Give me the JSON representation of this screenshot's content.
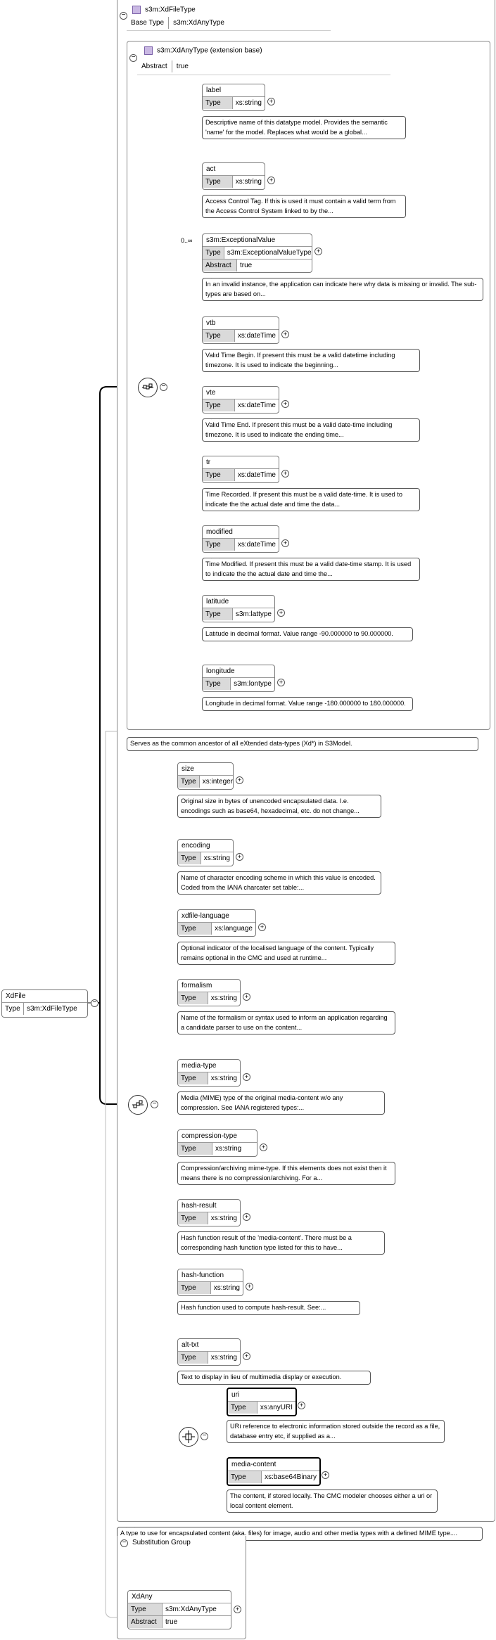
{
  "root_element": {
    "name": "XdFile",
    "type_key": "Type",
    "type_value": "s3m:XdFileType"
  },
  "complex_type": {
    "name": "s3m:XdFileType",
    "base_type_key": "Base Type",
    "base_type_value": "s3m:XdAnyType",
    "annotation": "A type to use for encapsulated content (aka. files) for image, audio and other media types with a defined MIME type...."
  },
  "extension": {
    "title": "s3m:XdAnyType (extension base)",
    "abstract_key": "Abstract",
    "abstract_value": "true",
    "annotation": "Serves as the common ancestor of all eXtended data-types (Xd*) in S3Model."
  },
  "base_elements": [
    {
      "name": "label",
      "type": "xs:string",
      "doc": "Descriptive name of this datatype model. Provides the semantic 'name' for the model. Replaces what would be a global..."
    },
    {
      "name": "act",
      "type": "xs:string",
      "doc": "Access Control Tag. If this is used it must contain a valid term from the Access Control System linked to by the..."
    },
    {
      "name": "s3m:ExceptionalValue",
      "type": "s3m:ExceptionalValueType",
      "abstract": "true",
      "cardinality": "0..∞",
      "doc": "In an invalid instance, the application can indicate here why data is missing or invalid. The sub-types are based on..."
    },
    {
      "name": "vtb",
      "type": "xs:dateTime",
      "doc": "Valid Time Begin. If present this must be a valid datetime including timezone. It is used to indicate the beginning..."
    },
    {
      "name": "vte",
      "type": "xs:dateTime",
      "doc": "Valid Time End. If present this must be a valid date-time including timezone. It is used to indicate the ending time..."
    },
    {
      "name": "tr",
      "type": "xs:dateTime",
      "doc": "Time Recorded. If present this must be a valid date-time. It is used to indicate the the actual date and time the data..."
    },
    {
      "name": "modified",
      "type": "xs:dateTime",
      "doc": "Time Modified. If present this must be a valid date-time stamp. It is used to indicate the the actual date and time the..."
    },
    {
      "name": "latitude",
      "type": "s3m:lattype",
      "doc": "Latitude in decimal format. Value range -90.000000 to 90.000000."
    },
    {
      "name": "longitude",
      "type": "s3m:lontype",
      "doc": "Longitude in decimal format. Value range -180.000000 to 180.000000."
    }
  ],
  "file_elements": [
    {
      "name": "size",
      "type": "xs:integer",
      "doc": "Original size in bytes of unencoded encapsulated data. I.e. encodings such as base64, hexadecimal, etc. do not change..."
    },
    {
      "name": "encoding",
      "type": "xs:string",
      "doc": "Name of character encoding scheme in which this value is encoded. Coded from the IANA charcater set table:..."
    },
    {
      "name": "xdfile-language",
      "type": "xs:language",
      "doc": "Optional indicator of the localised language of the content. Typically remains optional in the CMC and used at runtime..."
    },
    {
      "name": "formalism",
      "type": "xs:string",
      "doc": "Name of the formalism or syntax used to inform an application regarding a candidate parser to use on the content..."
    },
    {
      "name": "media-type",
      "type": "xs:string",
      "doc": "Media (MIME) type of the original media-content w/o any compression. See IANA registered types:..."
    },
    {
      "name": "compression-type",
      "type": "xs:string",
      "doc": "Compression/archiving mime-type. If this elements does not exist then it means there is no compression/archiving. For a..."
    },
    {
      "name": "hash-result",
      "type": "xs:string",
      "doc": "Hash function result of the 'media-content'. There must be a corresponding hash function type listed for this to have..."
    },
    {
      "name": "hash-function",
      "type": "xs:string",
      "doc": "Hash function used to compute hash-result. See:..."
    },
    {
      "name": "alt-txt",
      "type": "xs:string",
      "doc": "Text to display in lieu of multimedia display or execution."
    }
  ],
  "choice_elements": [
    {
      "name": "uri",
      "type": "xs:anyURI",
      "doc": "URI reference to electronic information stored outside the record as a file, database entry etc, if supplied as a..."
    },
    {
      "name": "media-content",
      "type": "xs:base64Binary",
      "doc": "The content, if stored locally. The CMC modeler chooses either a uri or local content element."
    }
  ],
  "substitution_group": {
    "title": "Substitution Group",
    "name": "XdAny",
    "type": "s3m:XdAnyType",
    "abstract": "true"
  },
  "labels": {
    "type_key": "Type",
    "abstract_key": "Abstract"
  },
  "colors": {
    "line": "#000000",
    "panel_border": "#888888",
    "key_bg": "#dadada",
    "class_icon": "#c9b8e3"
  }
}
